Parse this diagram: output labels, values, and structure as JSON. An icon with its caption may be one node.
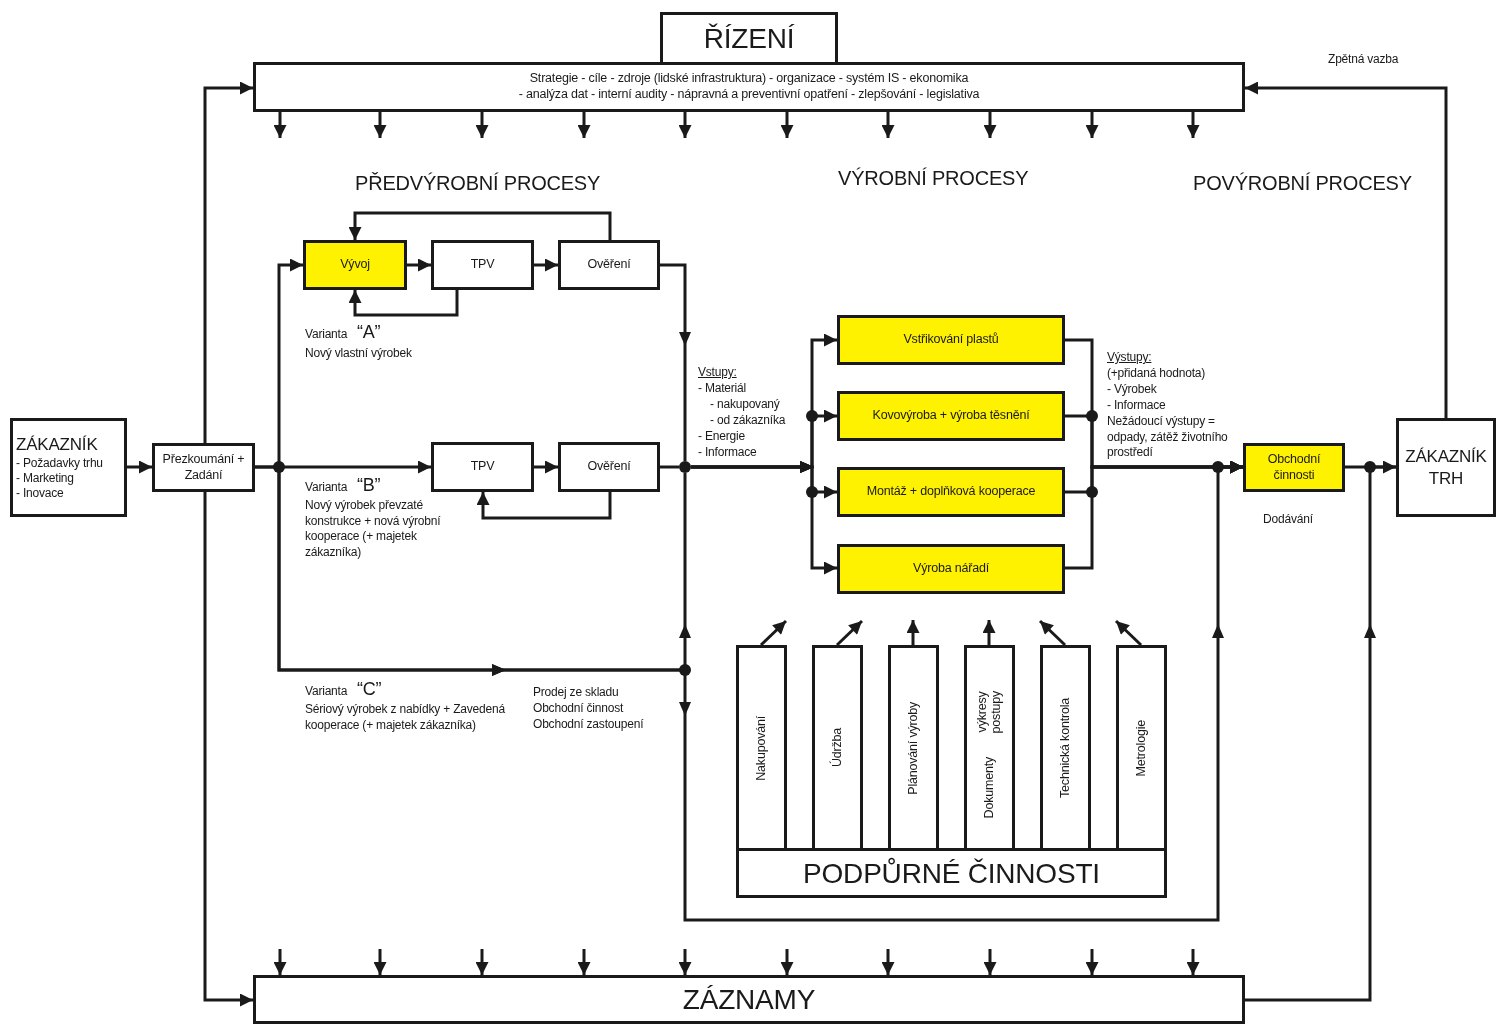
{
  "diagram": {
    "nodes": [
      {
        "text": [
          "ŘÍZENÍ"
        ]
      },
      {
        "text": [
          "Strategie - cíle - zdroje (lidské infrastruktura) - organizace - systém IS - ekonomika",
          "- analýza dat - interní audity - nápravná a preventivní opatření - zlepšování - legislativa"
        ]
      },
      {
        "text": [
          "ZÁKAZNÍK",
          "- Požadavky trhu",
          "- Marketing",
          "- Inovace"
        ]
      },
      {
        "text": [
          "Přezkoumání + Zadání"
        ]
      },
      {
        "text": [
          "Vývoj"
        ]
      },
      {
        "text": [
          "TPV"
        ]
      },
      {
        "text": [
          "Ověření"
        ]
      },
      {
        "text": [
          "TPV"
        ]
      },
      {
        "text": [
          "Ověření"
        ]
      },
      {
        "text": [
          "Vstřikování plastů"
        ]
      },
      {
        "text": [
          "Kovovýroba + výroba těsnění"
        ]
      },
      {
        "text": [
          "Montáž + doplňková kooperace"
        ]
      },
      {
        "text": [
          "Výroba nářadí"
        ]
      },
      {
        "text": [
          "Obchodní činnosti"
        ],
        "beside": [
          "Dodávání"
        ]
      },
      {
        "text": [
          "ZÁKAZNÍK TRH"
        ]
      },
      {
        "text": [
          "Nakupování"
        ]
      },
      {
        "text": [
          "Údržba"
        ]
      },
      {
        "text": [
          "Plánování výroby"
        ]
      },
      {
        "text": [
          "Dokumenty",
          "výkresy postupy"
        ]
      },
      {
        "text": [
          "Technická kontrola"
        ]
      },
      {
        "text": [
          "Metrologie"
        ]
      },
      {
        "text": [
          "PODPŮRNÉ ČINNOSTI"
        ]
      },
      {
        "text": [
          "ZÁZNAMY"
        ]
      },
      {
        "text": [],
        "shape": "circle"
      }
    ],
    "edges": [
      {
        "from": 2,
        "to": 3,
        "arrow": "to"
      },
      {
        "from": 3,
        "to": 4,
        "arrow": "to"
      },
      {
        "from": 3,
        "to": 7,
        "arrow": "to"
      },
      {
        "from": 3,
        "to": 1,
        "arrow": "to"
      },
      {
        "from": 3,
        "to": 22,
        "arrow": "to"
      },
      {
        "from": 4,
        "to": 5,
        "arrow": "to"
      },
      {
        "from": 5,
        "to": 6,
        "arrow": "to"
      },
      {
        "from": 6,
        "to": 4,
        "arrow": "to"
      },
      {
        "from": 5,
        "to": 4,
        "arrow": "to"
      },
      {
        "from": 7,
        "to": 8,
        "arrow": "to"
      },
      {
        "from": 8,
        "to": 7,
        "arrow": "to"
      },
      {
        "from": 6,
        "to": 23,
        "arrow": "to"
      },
      {
        "from": 8,
        "to": 23,
        "arrow": "none"
      },
      {
        "from": 3,
        "to": 23,
        "arrow": "to"
      },
      {
        "from": 3,
        "to": 13,
        "arrow": "to"
      },
      {
        "from": 23,
        "to": 9,
        "arrow": "to"
      },
      {
        "from": 23,
        "to": 10,
        "arrow": "to"
      },
      {
        "from": 23,
        "to": 11,
        "arrow": "to"
      },
      {
        "from": 23,
        "to": 12,
        "arrow": "to"
      },
      {
        "from": 9,
        "to": 13,
        "arrow": "to"
      },
      {
        "from": 10,
        "to": 13,
        "arrow": "to"
      },
      {
        "from": 11,
        "to": 13,
        "arrow": "to"
      },
      {
        "from": 12,
        "to": 13,
        "arrow": "to"
      },
      {
        "from": 13,
        "to": 14,
        "arrow": "to"
      },
      {
        "from": 22,
        "to": 14,
        "arrow": "to"
      },
      {
        "from": 14,
        "to": 1,
        "label": "Zpětná vazba",
        "arrow": "to"
      },
      {
        "from": 15,
        "to": null,
        "arrow": "to"
      },
      {
        "from": 16,
        "to": null,
        "arrow": "to"
      },
      {
        "from": 17,
        "to": null,
        "arrow": "to"
      },
      {
        "from": 18,
        "to": null,
        "arrow": "to"
      },
      {
        "from": 19,
        "to": null,
        "arrow": "to"
      },
      {
        "from": 20,
        "to": null,
        "arrow": "to"
      },
      {
        "from": 1,
        "to": null,
        "arrow": "to"
      },
      {
        "from": 1,
        "to": null,
        "arrow": "to"
      },
      {
        "from": 1,
        "to": null,
        "arrow": "to"
      },
      {
        "from": 1,
        "to": null,
        "arrow": "to"
      },
      {
        "from": 1,
        "to": null,
        "arrow": "to"
      },
      {
        "from": 1,
        "to": null,
        "arrow": "to"
      },
      {
        "from": 1,
        "to": null,
        "arrow": "to"
      },
      {
        "from": 1,
        "to": null,
        "arrow": "to"
      },
      {
        "from": 1,
        "to": null,
        "arrow": "to"
      },
      {
        "from": 1,
        "to": null,
        "arrow": "to"
      },
      {
        "from": null,
        "to": 22,
        "arrow": "to"
      },
      {
        "from": null,
        "to": 22,
        "arrow": "to"
      },
      {
        "from": null,
        "to": 22,
        "arrow": "to"
      },
      {
        "from": null,
        "to": 22,
        "arrow": "to"
      },
      {
        "from": null,
        "to": 22,
        "arrow": "to"
      },
      {
        "from": null,
        "to": 22,
        "arrow": "to"
      },
      {
        "from": null,
        "to": 22,
        "arrow": "to"
      },
      {
        "from": null,
        "to": 22,
        "arrow": "to"
      },
      {
        "from": null,
        "to": 22,
        "arrow": "to"
      },
      {
        "from": null,
        "to": 22,
        "arrow": "to"
      }
    ],
    "labels": [
      "PŘEDVÝROBNÍ PROCESY",
      "VÝROBNÍ PROCESY",
      "POVÝROBNÍ PROCESY",
      "Varianta",
      "“A”",
      "Nový vlastní výrobek",
      "Vstupy:",
      "- Materiál",
      "- nakupovaný",
      "- od zákazníka",
      "- Energie",
      "- Informace",
      "Výstupy:",
      "(+přidaná hodnota)",
      "- Výrobek",
      "- Informace",
      "Nežádoucí výstupy = odpady, zátěž životního prostředí",
      "Varianta",
      "“B”",
      "Nový výrobek převzaté konstrukce + nová výrobní kooperace (+ majetek zákazníka)",
      "Varianta",
      "“C”",
      "Sériový výrobek z nabídky + Zavedená kooperace (+ majetek zákazníka)",
      "Prodej ze skladu",
      "Obchodní činnost",
      "Obchodní zastoupení"
    ]
  }
}
